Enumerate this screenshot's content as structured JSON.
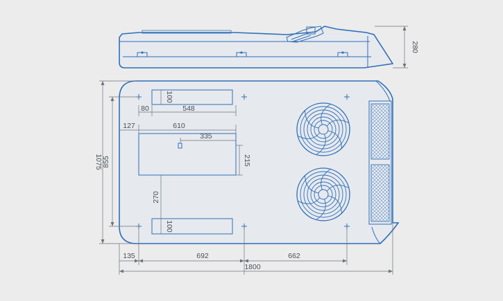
{
  "colors": {
    "background": "#ececec",
    "outline": "#2f6fb7",
    "dimension": "#6c737d",
    "text": "#4a4f58",
    "fill": "#e6e9ee"
  },
  "side_view": {
    "height_label": "280"
  },
  "top_view": {
    "labels": {
      "d100_top": "100",
      "d80": "80",
      "d548": "548",
      "d127": "127",
      "d610": "610",
      "d335": "335",
      "d215": "215",
      "d270": "270",
      "d100_bottom": "100",
      "d1075": "1075",
      "d855": "855",
      "d135": "135",
      "d692": "692",
      "d662": "662",
      "d1800": "1800"
    }
  },
  "icons": {
    "fan": "fan-icon",
    "mounting_hole": "mounting-hole-icon",
    "grille": "mesh-grille-icon"
  }
}
